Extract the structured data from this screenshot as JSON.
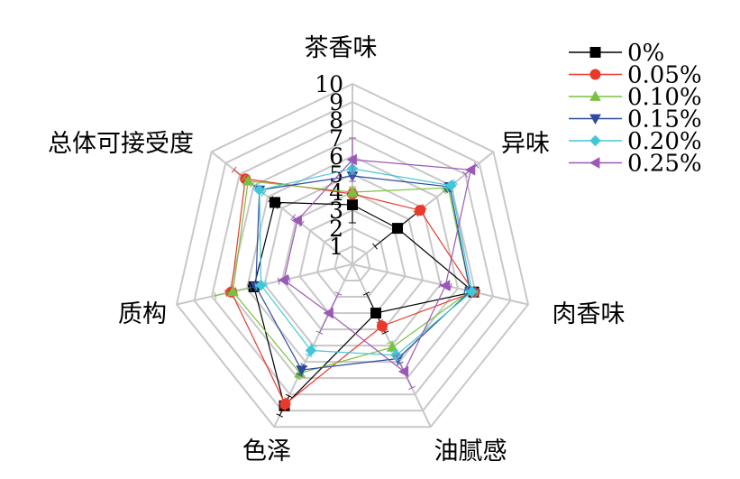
{
  "chart_data": {
    "type": "radar",
    "title": "",
    "axes": [
      "茶香味",
      "异味",
      "肉香味",
      "油腻感",
      "色泽",
      "质构",
      "总体可接受度"
    ],
    "rlim": [
      0,
      10
    ],
    "ticks": [
      "1",
      "2",
      "3",
      "4",
      "5",
      "6",
      "7",
      "8",
      "9",
      "10"
    ],
    "grid": true,
    "error_bars": true,
    "legend_position": "top-right",
    "series": [
      {
        "name": "0%",
        "color": "#000000",
        "marker": "square",
        "values": [
          3.3,
          3.2,
          6.9,
          3.0,
          8.7,
          5.6,
          5.5
        ],
        "errors": [
          1.0,
          1.6,
          0.3,
          1.2,
          0.6,
          0.3,
          0.3
        ]
      },
      {
        "name": "0.05%",
        "color": "#e8392b",
        "marker": "circle",
        "values": [
          3.9,
          4.8,
          6.9,
          3.8,
          8.6,
          6.9,
          7.6
        ],
        "errors": [
          0.3,
          0.3,
          0.3,
          0.3,
          0.3,
          0.3,
          0.8
        ]
      },
      {
        "name": "0.10%",
        "color": "#7ac143",
        "marker": "triangle-up",
        "values": [
          4.0,
          6.8,
          6.7,
          5.1,
          6.7,
          6.8,
          7.4
        ],
        "errors": [
          0.3,
          0.3,
          0.3,
          0.3,
          0.3,
          1.0,
          0.3
        ]
      },
      {
        "name": "0.15%",
        "color": "#2e4a9e",
        "marker": "triangle-down",
        "values": [
          4.9,
          6.9,
          6.7,
          5.8,
          6.5,
          5.5,
          6.6
        ],
        "errors": [
          0.3,
          0.3,
          0.3,
          0.3,
          0.3,
          0.3,
          0.3
        ]
      },
      {
        "name": "0.20%",
        "color": "#43c7d6",
        "marker": "diamond",
        "values": [
          5.3,
          7.0,
          6.8,
          5.6,
          5.3,
          5.2,
          6.6
        ],
        "errors": [
          0.3,
          0.3,
          0.3,
          0.3,
          0.3,
          0.3,
          0.3
        ]
      },
      {
        "name": "0.25%",
        "color": "#9b59b6",
        "marker": "triangle-left",
        "values": [
          5.8,
          8.4,
          5.3,
          6.6,
          3.0,
          3.9,
          3.9
        ],
        "errors": [
          1.2,
          0.4,
          0.3,
          1.0,
          1.2,
          0.3,
          0.3
        ]
      }
    ]
  }
}
